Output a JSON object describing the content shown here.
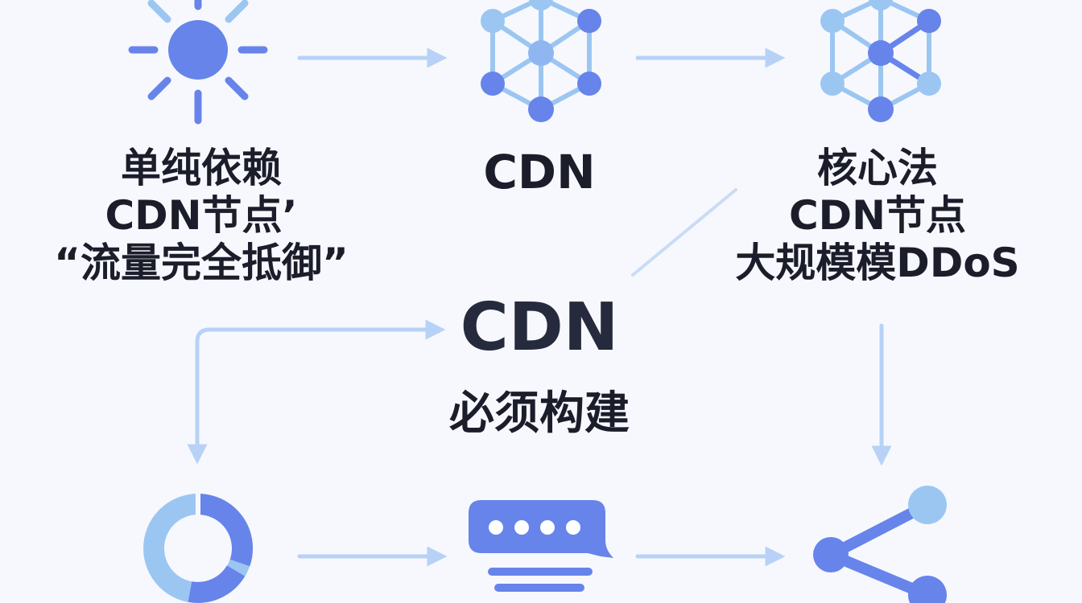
{
  "diagram": {
    "colors": {
      "background": "#f7f8fd",
      "arrow": "#b7d2f6",
      "primary": "#6784ea",
      "light": "#9cc6f2",
      "text": "#1b1d2a"
    },
    "nodes": {
      "left": {
        "icon": "sun-icon",
        "lines": [
          "单纯依赖",
          "CDN节点’",
          "“流量完全抵御”"
        ]
      },
      "middle": {
        "icon": "network-hex-icon",
        "lines": [
          "CDN"
        ]
      },
      "right": {
        "icon": "network-hex-icon",
        "lines": [
          "核心法",
          "CDN节点",
          "大规模模DDoS"
        ]
      },
      "center": {
        "title": "CDN",
        "subtitle": "必须构建"
      },
      "bottom_left": {
        "icon": "donut-chart-icon"
      },
      "bottom_middle": {
        "icon": "chat-bubble-icon"
      },
      "bottom_right": {
        "icon": "share-icon"
      }
    }
  }
}
